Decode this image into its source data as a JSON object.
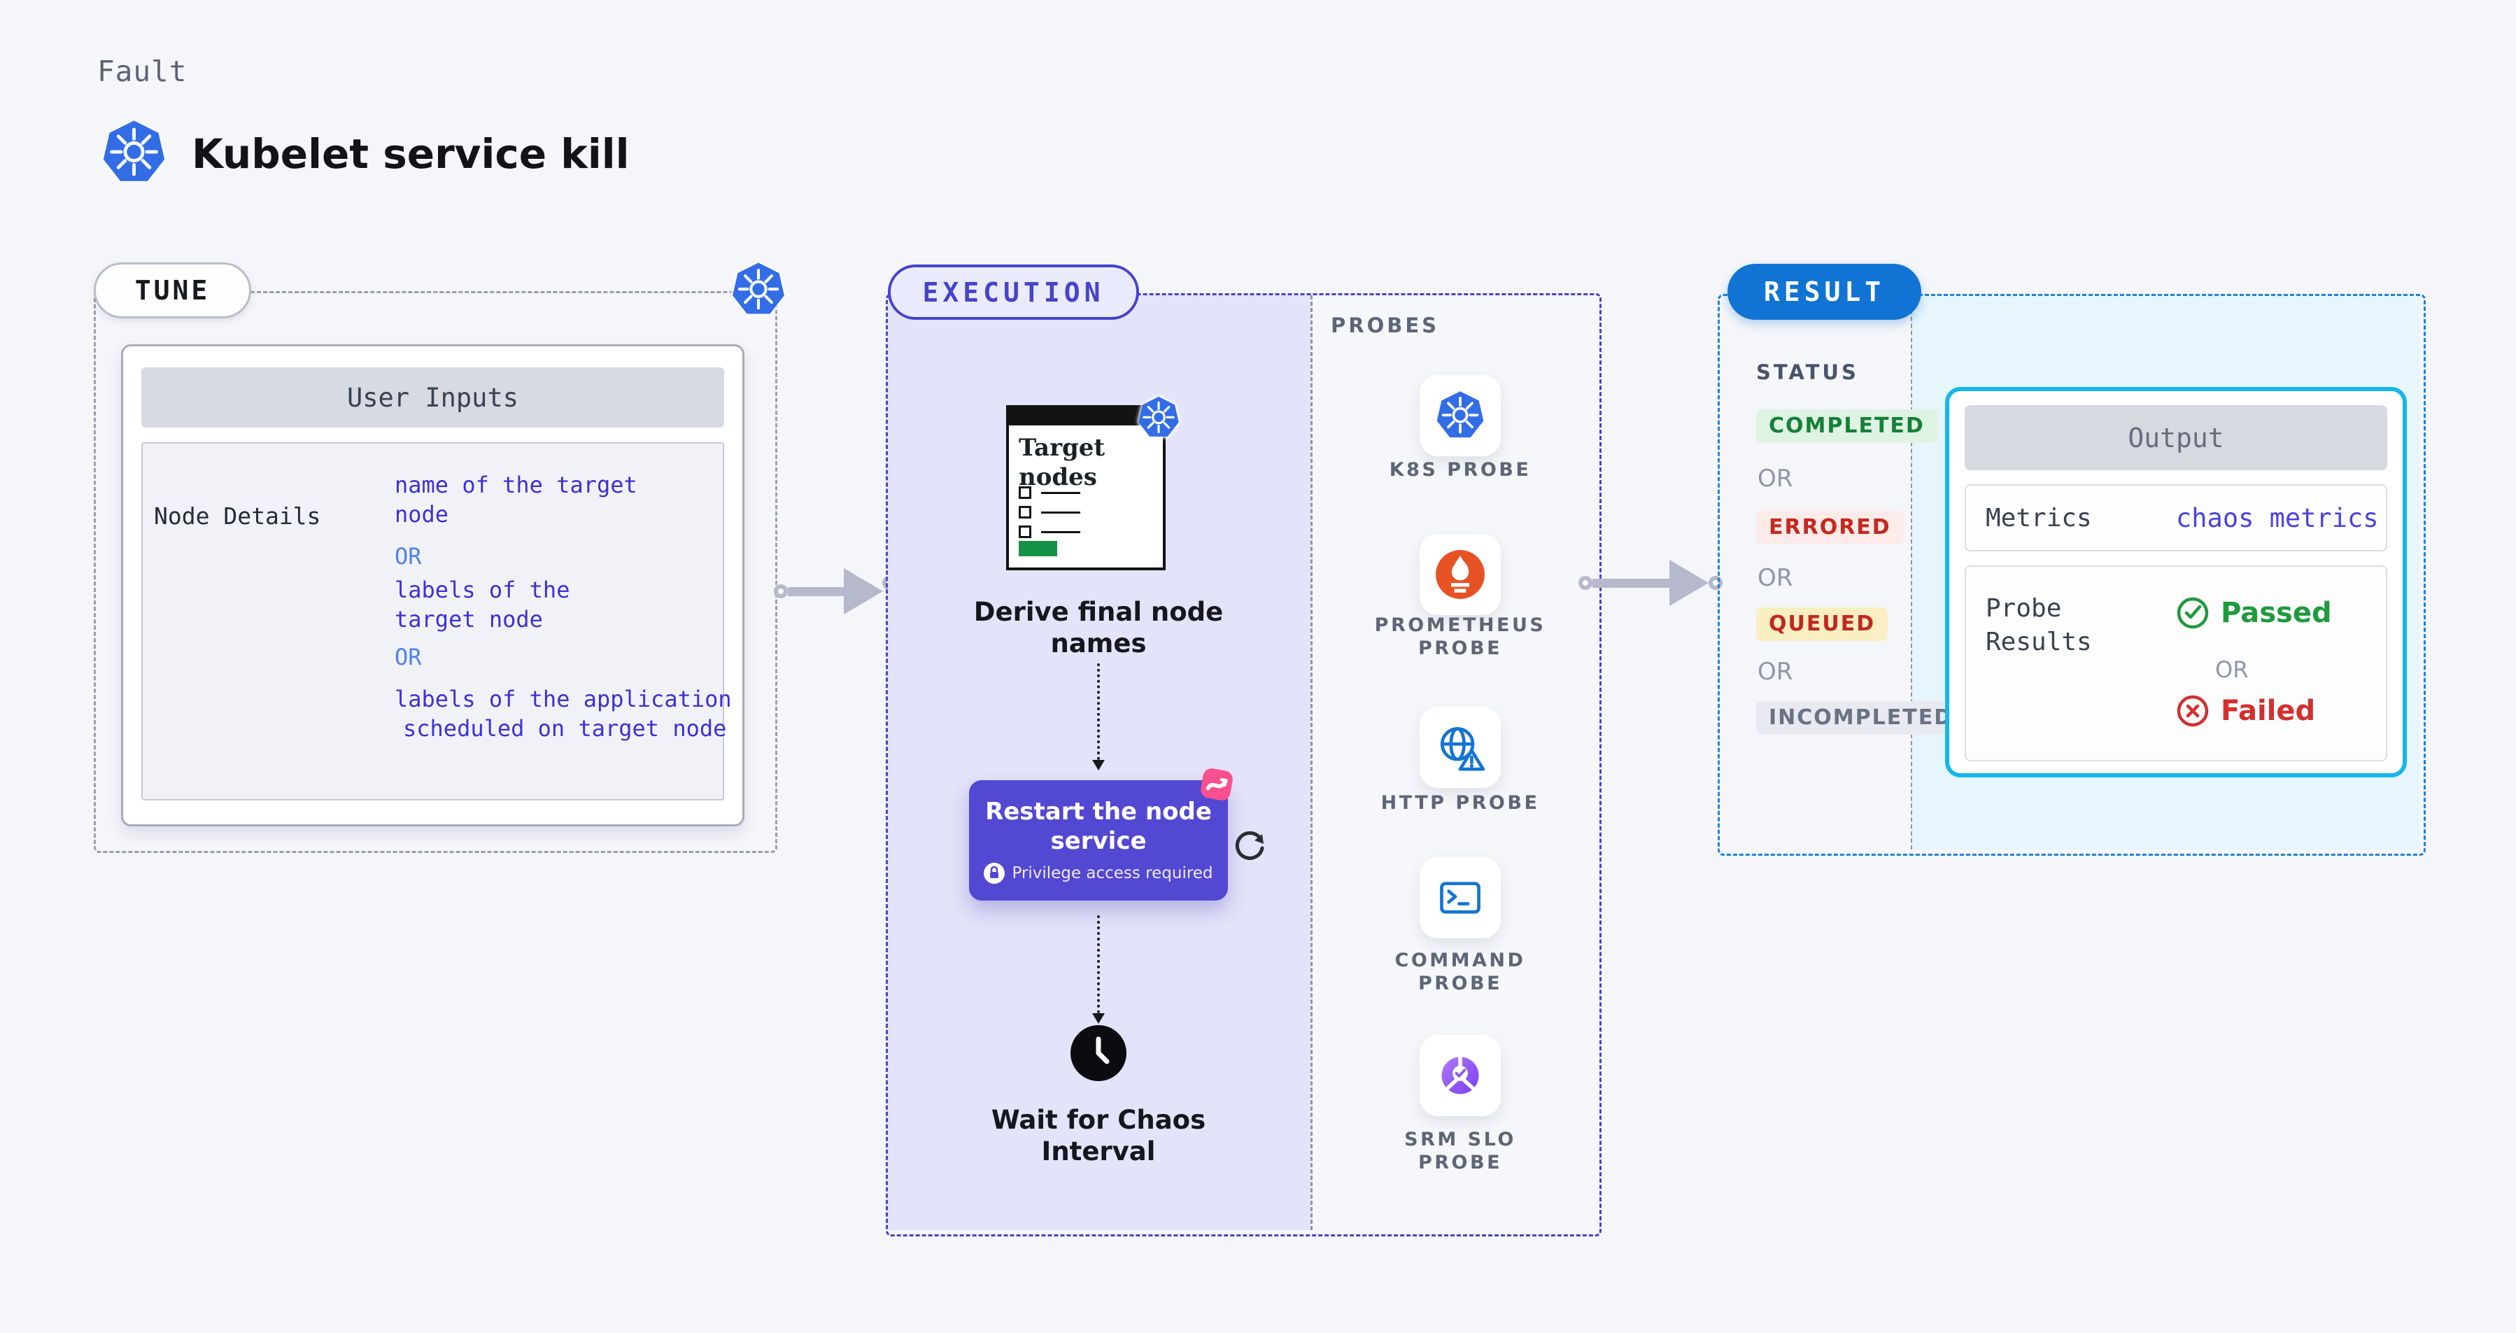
{
  "header": {
    "kicker": "Fault",
    "title": "Kubelet service kill"
  },
  "tune": {
    "label": "TUNE",
    "user_inputs_title": "User Inputs",
    "row_label": "Node Details",
    "lines": [
      {
        "text": "name of the target",
        "kind": "value"
      },
      {
        "text": "node",
        "kind": "value"
      },
      {
        "text": "OR",
        "kind": "or"
      },
      {
        "text": "labels of the",
        "kind": "value"
      },
      {
        "text": "target node",
        "kind": "value"
      },
      {
        "text": "OR",
        "kind": "or"
      },
      {
        "text": "labels of the application",
        "kind": "value"
      },
      {
        "text": "scheduled on target node",
        "kind": "value"
      }
    ]
  },
  "execution": {
    "label": "EXECUTION",
    "target_card_title": "Target nodes",
    "derive_label": "Derive final node names",
    "restart_title": "Restart the node service",
    "privilege_label": "Privilege access required",
    "wait_label": "Wait for Chaos Interval"
  },
  "probes": {
    "label": "PROBES",
    "items": [
      {
        "name": "K8S PROBE",
        "icon": "k8s-icon"
      },
      {
        "name": "PROMETHEUS PROBE",
        "icon": "prometheus-icon"
      },
      {
        "name": "HTTP PROBE",
        "icon": "http-globe-warning-icon"
      },
      {
        "name": "COMMAND PROBE",
        "icon": "terminal-icon"
      },
      {
        "name": "SRM SLO PROBE",
        "icon": "slo-donut-check-icon"
      }
    ]
  },
  "result": {
    "label": "RESULT",
    "status_title": "STATUS",
    "or_label": "OR",
    "statuses": [
      {
        "text": "COMPLETED",
        "fg": "#158038",
        "bg": "#dff3e2"
      },
      {
        "text": "ERRORED",
        "fg": "#c6281e",
        "bg": "#fcebe9"
      },
      {
        "text": "QUEUED",
        "fg": "#c2271d",
        "bg": "#faeec3"
      },
      {
        "text": "INCOMPLETED",
        "fg": "#6a7284",
        "bg": "#e9eaf1"
      }
    ],
    "output": {
      "title": "Output",
      "metrics_label": "Metrics",
      "metrics_value": "chaos metrics",
      "probe_results_label": "Probe Results",
      "passed": "Passed",
      "failed": "Failed"
    }
  },
  "colors": {
    "page_bg": "#f5f6fa",
    "tune_dash": "#9aa0ac",
    "execution_accent": "#4643cb",
    "execution_fill": "#e3e3f9",
    "result_accent": "#1e83dc",
    "result_fill": "#e7f5fc",
    "result_pill_bg": "#1173d4",
    "restart_card_bg": "#5348d2",
    "arrow": "#b6b8cb",
    "kubernetes_blue": "#326de6",
    "prometheus_orange": "#e75225",
    "litmus_pink": "#fb4f8e",
    "value_blue": "#3b31d8",
    "or_blue": "#4f83f1",
    "passed_green": "#1f9a3d",
    "failed_red": "#d32f2f",
    "output_border": "#15b7ea"
  }
}
